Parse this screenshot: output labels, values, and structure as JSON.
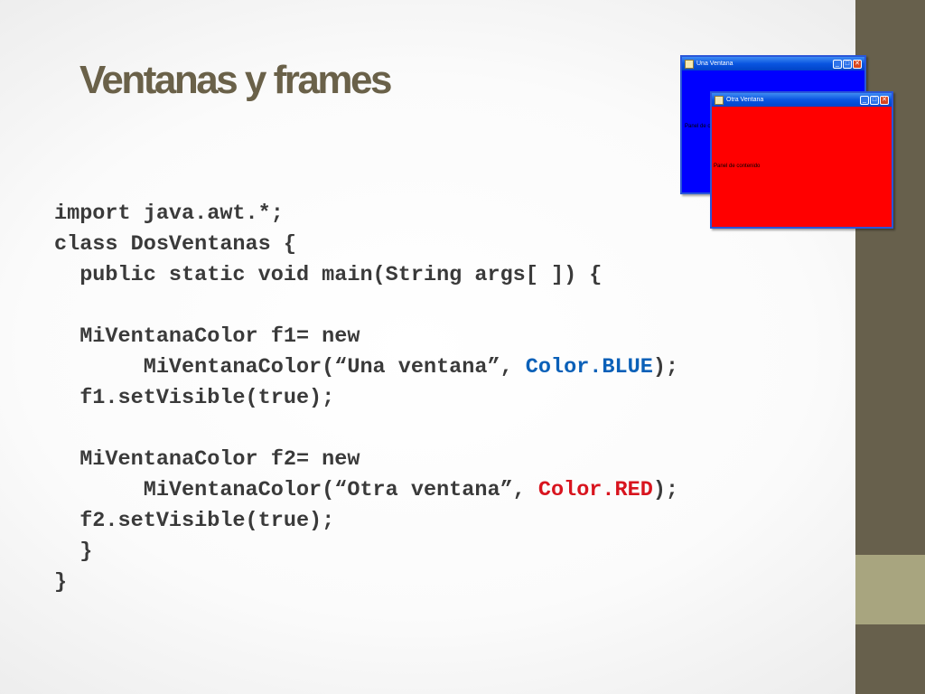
{
  "slide": {
    "title": "Ventanas y frames",
    "code_lines": [
      {
        "text": "import java.awt.*;"
      },
      {
        "text": "class DosVentanas {"
      },
      {
        "text": "  public static void main(String args[ ]) {"
      },
      {
        "text": ""
      },
      {
        "text": "  MiVentanaColor f1= new"
      },
      {
        "before": "       MiVentanaColor(“Una ventana”, ",
        "highlight": "Color.BLUE",
        "after": ");",
        "color": "blue"
      },
      {
        "text": "  f1.setVisible(true);"
      },
      {
        "text": ""
      },
      {
        "text": "  MiVentanaColor f2= new"
      },
      {
        "before": "       MiVentanaColor(“Otra ventana”, ",
        "highlight": "Color.RED",
        "after": ");",
        "color": "red"
      },
      {
        "text": "  f2.setVisible(true);"
      },
      {
        "text": "  }"
      },
      {
        "text": "}"
      }
    ]
  },
  "windows": {
    "blue": {
      "title": "Una Ventana",
      "panel_label": "Panel de contenido",
      "background": "#0000ff"
    },
    "red": {
      "title": "Otra Ventana",
      "panel_label": "Panel de contenido",
      "background": "#ff0000"
    },
    "buttons": {
      "minimize": "_",
      "maximize": "□",
      "close": "✕"
    }
  },
  "colors": {
    "title": "#6a6149",
    "sidebar": "#67604c",
    "sidebar_accent": "#a8a57f",
    "code_blue": "#0a60b8",
    "code_red": "#d8141e"
  }
}
